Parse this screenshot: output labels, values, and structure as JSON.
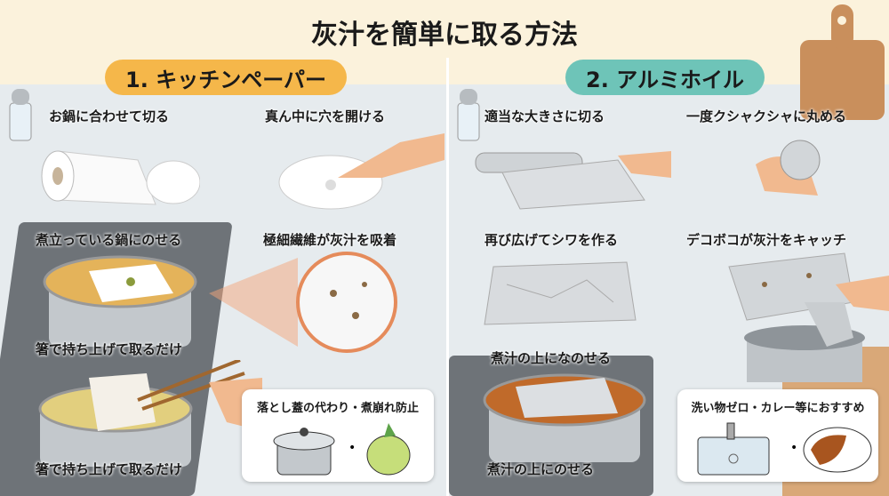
{
  "title": "灰汁を簡単に取る方法",
  "sections": [
    {
      "badge": "1. キッチンペーパー",
      "color": "#f5b74a",
      "steps": [
        "お鍋に合わせて切る",
        "真ん中に穴を開ける",
        "煮立っている鍋にのせる",
        "極細繊維が灰汁を吸着",
        "箸で持ち上げて取るだけ",
        "箸で持ち上げて取るだけ"
      ],
      "tip": "落とし蓋の代わり・煮崩れ防止",
      "tip_sep": "•"
    },
    {
      "badge": "2. アルミホイル",
      "color": "#6ec4b8",
      "steps": [
        "適当な大きさに切る",
        "一度クシャクシャに丸める",
        "再び広げてシワを作る",
        "デコボコが灰汁をキャッチ",
        "煮汁の上になのせる",
        "煮汁の上にのせる"
      ],
      "tip": "洗い物ゼロ・カレー等におすすめ",
      "tip_sep": "•"
    }
  ]
}
